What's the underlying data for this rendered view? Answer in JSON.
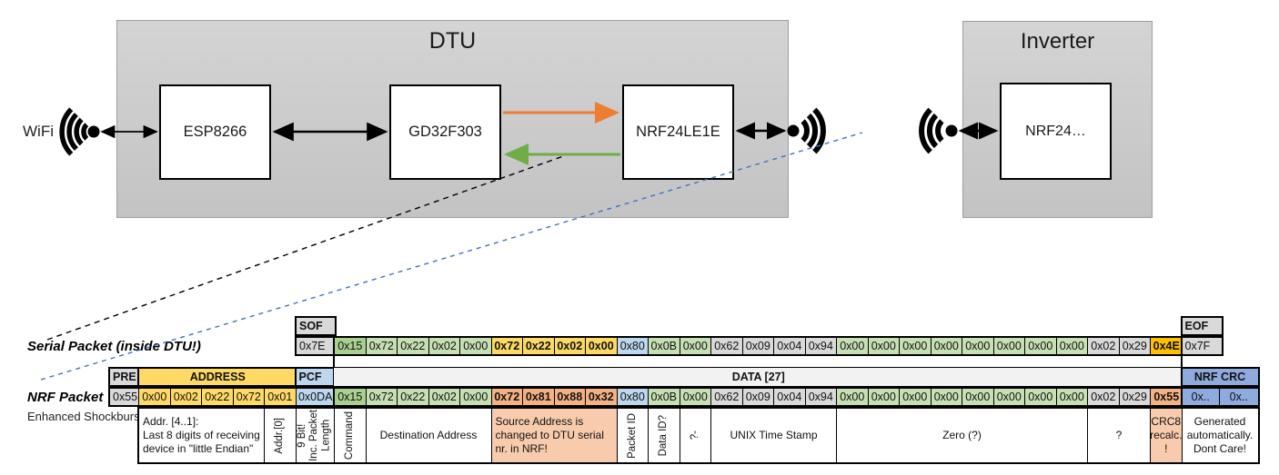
{
  "diagram": {
    "wifi_label": "WiFi",
    "dtu": {
      "title": "DTU",
      "esp": "ESP8266",
      "gd32": "GD32F303",
      "nrf": "NRF24LE1E"
    },
    "inverter": {
      "title": "Inverter",
      "nrf": "NRF24…"
    }
  },
  "serial_packet": {
    "label": "Serial Packet (inside DTU!)",
    "sof_header": "SOF",
    "sof_value": "0x7E",
    "eof_header": "EOF",
    "eof_value": "0x7F",
    "bytes": [
      {
        "v": "0x15",
        "c": "green_dark"
      },
      {
        "v": "0x72",
        "c": "green"
      },
      {
        "v": "0x22",
        "c": "green"
      },
      {
        "v": "0x02",
        "c": "green"
      },
      {
        "v": "0x00",
        "c": "green"
      },
      {
        "v": "0x72",
        "c": "yellow",
        "bold": true
      },
      {
        "v": "0x22",
        "c": "yellow",
        "bold": true
      },
      {
        "v": "0x02",
        "c": "yellow",
        "bold": true
      },
      {
        "v": "0x00",
        "c": "yellow",
        "bold": true
      },
      {
        "v": "0x80",
        "c": "blue"
      },
      {
        "v": "0x0B",
        "c": "green"
      },
      {
        "v": "0x00",
        "c": "green"
      },
      {
        "v": "0x62",
        "c": "gray"
      },
      {
        "v": "0x09",
        "c": "gray"
      },
      {
        "v": "0x04",
        "c": "gray"
      },
      {
        "v": "0x94",
        "c": "gray"
      },
      {
        "v": "0x00",
        "c": "green"
      },
      {
        "v": "0x00",
        "c": "green"
      },
      {
        "v": "0x00",
        "c": "green"
      },
      {
        "v": "0x00",
        "c": "green"
      },
      {
        "v": "0x00",
        "c": "green"
      },
      {
        "v": "0x00",
        "c": "green"
      },
      {
        "v": "0x00",
        "c": "green"
      },
      {
        "v": "0x00",
        "c": "green"
      },
      {
        "v": "0x02",
        "c": "gray"
      },
      {
        "v": "0x29",
        "c": "gray"
      },
      {
        "v": "0x4E",
        "c": "gold",
        "bold": true
      }
    ]
  },
  "nrf_packet": {
    "label": "NRF Packet",
    "sublabel": "Enhanced Shockburst",
    "pre_header": "PRE",
    "pre_value": "0x55",
    "address_header": "ADDRESS",
    "address_values": [
      "0x00",
      "0x02",
      "0x22",
      "0x72",
      "0x01"
    ],
    "pcf_header": "PCF",
    "pcf_value": "0x0DA",
    "data_header": "DATA [27]",
    "crc_header": "NRF CRC",
    "crc_values": [
      "0x..",
      "0x.."
    ],
    "bytes": [
      {
        "v": "0x15",
        "c": "green_dark"
      },
      {
        "v": "0x72",
        "c": "green"
      },
      {
        "v": "0x22",
        "c": "green"
      },
      {
        "v": "0x02",
        "c": "green"
      },
      {
        "v": "0x00",
        "c": "green"
      },
      {
        "v": "0x72",
        "c": "salmon",
        "bold": true
      },
      {
        "v": "0x81",
        "c": "salmon",
        "bold": true
      },
      {
        "v": "0x88",
        "c": "salmon",
        "bold": true
      },
      {
        "v": "0x32",
        "c": "salmon",
        "bold": true
      },
      {
        "v": "0x80",
        "c": "blue"
      },
      {
        "v": "0x0B",
        "c": "green"
      },
      {
        "v": "0x00",
        "c": "green"
      },
      {
        "v": "0x62",
        "c": "gray"
      },
      {
        "v": "0x09",
        "c": "gray"
      },
      {
        "v": "0x04",
        "c": "gray"
      },
      {
        "v": "0x94",
        "c": "gray"
      },
      {
        "v": "0x00",
        "c": "green"
      },
      {
        "v": "0x00",
        "c": "green"
      },
      {
        "v": "0x00",
        "c": "green"
      },
      {
        "v": "0x00",
        "c": "green"
      },
      {
        "v": "0x00",
        "c": "green"
      },
      {
        "v": "0x00",
        "c": "green"
      },
      {
        "v": "0x00",
        "c": "green"
      },
      {
        "v": "0x00",
        "c": "green"
      },
      {
        "v": "0x02",
        "c": "gray"
      },
      {
        "v": "0x29",
        "c": "gray"
      },
      {
        "v": "0x55",
        "c": "salmon",
        "bold": true
      }
    ]
  },
  "annotations": [
    {
      "key": "addr41",
      "label": "Addr. [4..1]:\nLast 8 digits of receiving\ndevice in \"little Endian\"",
      "align": "left"
    },
    {
      "key": "addr0",
      "label": "Addr.[0]",
      "rot": true
    },
    {
      "key": "pcf",
      "label": "9 Bit!\nInc. Packet\nLength",
      "rot": true
    },
    {
      "key": "command",
      "label": "Command",
      "rot": true
    },
    {
      "key": "dest",
      "label": "Destination Address"
    },
    {
      "key": "src",
      "label": "Source Address is\nchanged to DTU serial\nnr. in NRF!",
      "bg": "salmon",
      "align": "left"
    },
    {
      "key": "pid",
      "label": "Packet ID",
      "rot": true
    },
    {
      "key": "did",
      "label": "Data ID?",
      "rot": true
    },
    {
      "key": "q1",
      "label": "?-",
      "rot": true
    },
    {
      "key": "unix",
      "label": "UNIX Time Stamp"
    },
    {
      "key": "zero",
      "label": "Zero (?)"
    },
    {
      "key": "q2",
      "label": "?"
    },
    {
      "key": "crc8",
      "label": "CRC8\nrecalc.\n!",
      "bg": "salmon"
    },
    {
      "key": "gen",
      "label": "Generated\nautomatically.\nDont Care!"
    }
  ],
  "colors": {
    "green": "#c6e0b4",
    "green_dark": "#a9d08e",
    "yellow": "#ffd966",
    "gold": "#ffc000",
    "salmon": "#f4b183",
    "salmon_light": "#f8cbad",
    "blue": "#bdd7ee",
    "blue_mid": "#8faadc",
    "gray": "#d9d9d9",
    "gray_light": "#f2f2f2",
    "orange_arrow": "#ed7d31",
    "green_arrow": "#70ad47",
    "blue_dash": "#4472c4"
  }
}
